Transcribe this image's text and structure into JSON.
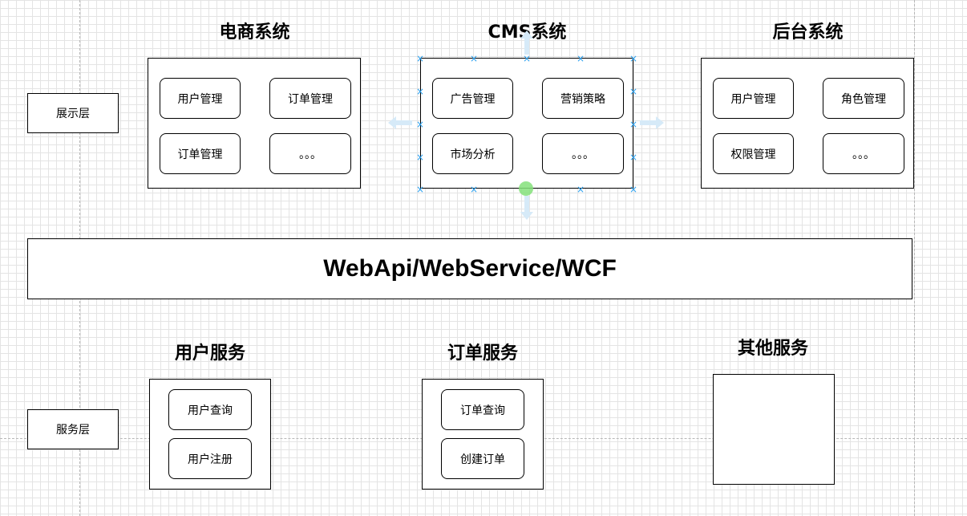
{
  "presentation": {
    "layer_label": "展示层",
    "systems": [
      {
        "title": "电商系统",
        "items": [
          "用户管理",
          "订单管理",
          "订单管理",
          "。。。"
        ]
      },
      {
        "title": "CMS系统",
        "items": [
          "广告管理",
          "营销策略",
          "市场分析",
          "。。。"
        ]
      },
      {
        "title": "后台系统",
        "items": [
          "用户管理",
          "角色管理",
          "权限管理",
          "。。。"
        ]
      }
    ]
  },
  "api": {
    "label": "WebApi/WebService/WCF"
  },
  "service": {
    "layer_label": "服务层",
    "services": [
      {
        "title": "用户服务",
        "items": [
          "用户查询",
          "用户注册"
        ]
      },
      {
        "title": "订单服务",
        "items": [
          "订单查询",
          "创建订单"
        ]
      },
      {
        "title": "其他服务",
        "items": []
      }
    ]
  },
  "selection": {
    "handle_color": "#29a0f0",
    "arrow_color": "#d6eaf8",
    "rotate_handle_color": "#84e07a"
  }
}
